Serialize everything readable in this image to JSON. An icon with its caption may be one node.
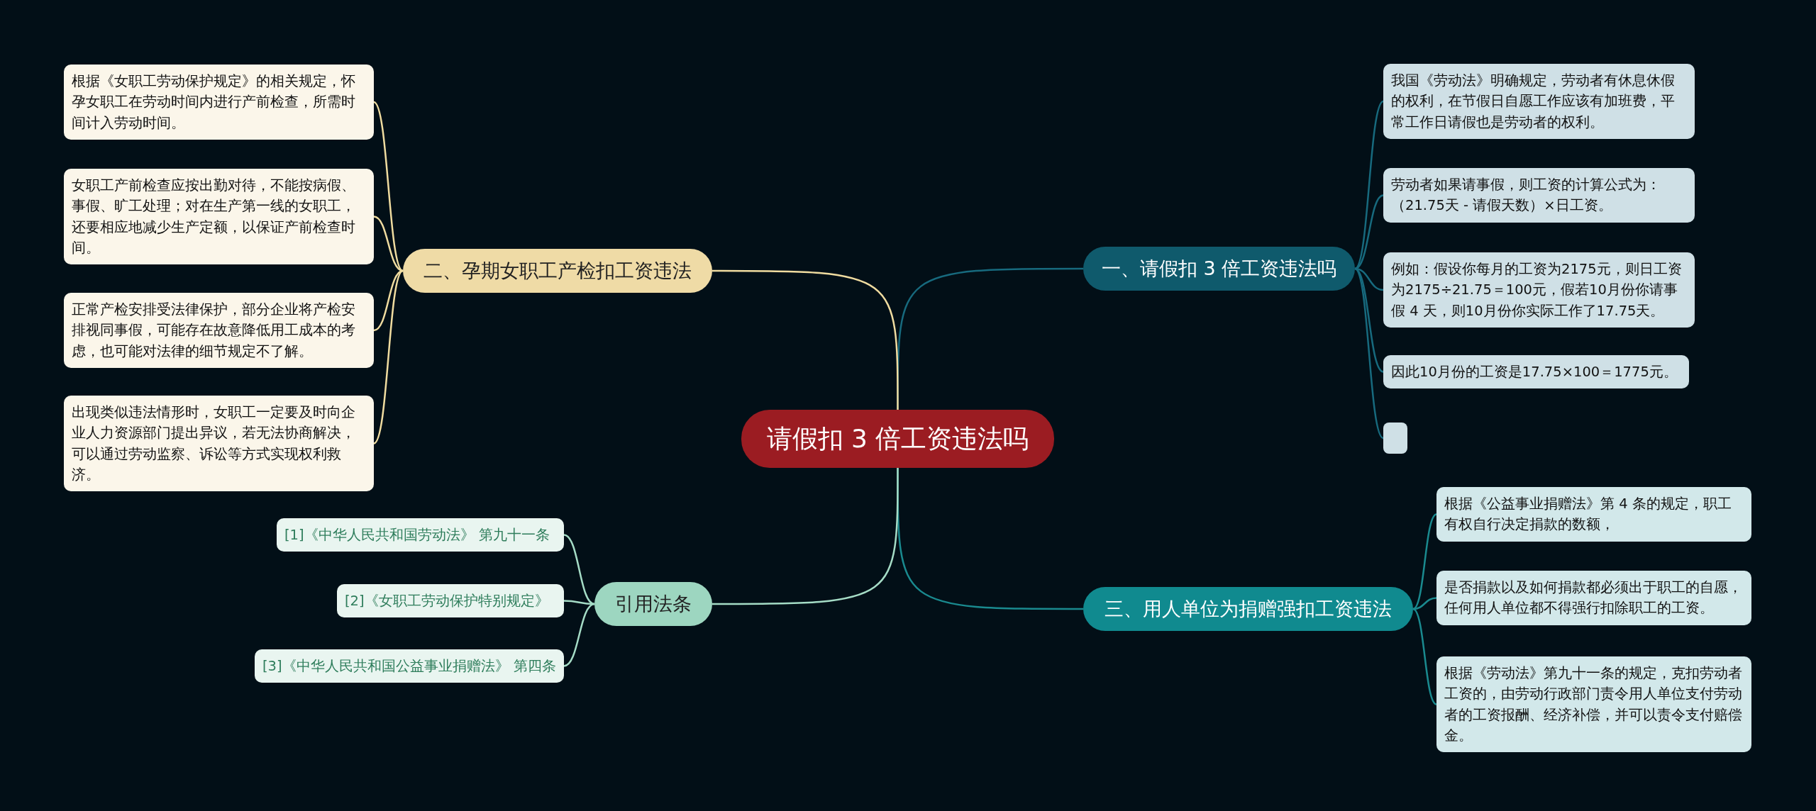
{
  "diagram": {
    "nodes": [
      {
        "text": [
          "请假扣 3 倍工资违法吗"
        ]
      },
      {
        "text": [
          "一、请假扣 3 倍工资违法吗"
        ]
      },
      {
        "text": [
          "我国《劳动法》明确规定，劳动者有休息休假的权利，在节假日自愿工作应该有加班费，平常工作日请假也是劳动者的权利。"
        ]
      },
      {
        "text": [
          "劳动者如果请事假，则工资的计算公式为：（21.75天 - 请假天数）×日工资。"
        ]
      },
      {
        "text": [
          "例如：假设你每月的工资为2175元，则日工资为2175÷21.75＝100元，假若10月份你请事假 4 天，则10月份你实际工作了17.75天。"
        ]
      },
      {
        "text": [
          "因此10月份的工资是17.75×100＝1775元。"
        ]
      },
      {
        "text": [],
        "shape": "box"
      },
      {
        "text": [
          "三、用人单位为捐赠强扣工资违法"
        ]
      },
      {
        "text": [
          "根据《公益事业捐赠法》第 4 条的规定，职工有权自行决定捐款的数额，"
        ]
      },
      {
        "text": [
          "是否捐款以及如何捐款都必须出于职工的自愿，任何用人单位都不得强行扣除职工的工资。"
        ]
      },
      {
        "text": [
          "根据《劳动法》第九十一条的规定，克扣劳动者工资的，由劳动行政部门责令用人单位支付劳动者的工资报酬、经济补偿，并可以责令支付赔偿金。"
        ]
      },
      {
        "text": [
          "二、孕期女职工产检扣工资违法"
        ]
      },
      {
        "text": [
          "根据《女职工劳动保护规定》的相关规定，怀孕女职工在劳动时间内进行产前检查，所需时间计入劳动时间。"
        ]
      },
      {
        "text": [
          "女职工产前检查应按出勤对待，不能按病假、事假、旷工处理；对在生产第一线的女职工，还要相应地减少生产定额，以保证产前检查时间。"
        ]
      },
      {
        "text": [
          "正常产检安排受法律保护，部分企业将产检安排视同事假，可能存在故意降低用工成本的考虑，也可能对法律的细节规定不了解。"
        ]
      },
      {
        "text": [
          "出现类似违法情形时，女职工一定要及时向企业人力资源部门提出异议，若无法协商解决，可以通过劳动监察、诉讼等方式实现权利救济。"
        ]
      },
      {
        "text": [
          "引用法条"
        ]
      },
      {
        "text": [
          "[1]《中华人民共和国劳动法》 第九十一条"
        ]
      },
      {
        "text": [
          "[2]《女职工劳动保护特别规定》"
        ]
      },
      {
        "text": [
          "[3]《中华人民共和国公益事业捐赠法》 第四条"
        ]
      }
    ],
    "edges": [
      {
        "from": 0,
        "to": 1,
        "arrow": "none",
        "color": "#176a7e"
      },
      {
        "from": 1,
        "to": 2,
        "arrow": "none",
        "color": "#176a7e"
      },
      {
        "from": 1,
        "to": 3,
        "arrow": "none",
        "color": "#176a7e"
      },
      {
        "from": 1,
        "to": 4,
        "arrow": "none",
        "color": "#176a7e"
      },
      {
        "from": 1,
        "to": 5,
        "arrow": "none",
        "color": "#176a7e"
      },
      {
        "from": 1,
        "to": 6,
        "arrow": "none",
        "color": "#176a7e"
      },
      {
        "from": 0,
        "to": 7,
        "arrow": "none",
        "color": "#1a8a8f"
      },
      {
        "from": 7,
        "to": 8,
        "arrow": "none",
        "color": "#1a8a8f"
      },
      {
        "from": 7,
        "to": 9,
        "arrow": "none",
        "color": "#1a8a8f"
      },
      {
        "from": 7,
        "to": 10,
        "arrow": "none",
        "color": "#1a8a8f"
      },
      {
        "from": 0,
        "to": 11,
        "arrow": "none",
        "color": "#f0dca0"
      },
      {
        "from": 11,
        "to": 12,
        "arrow": "none",
        "color": "#f0dca0"
      },
      {
        "from": 11,
        "to": 13,
        "arrow": "none",
        "color": "#f0dca0"
      },
      {
        "from": 11,
        "to": 14,
        "arrow": "none",
        "color": "#f0dca0"
      },
      {
        "from": 11,
        "to": 15,
        "arrow": "none",
        "color": "#f0dca0"
      },
      {
        "from": 0,
        "to": 16,
        "arrow": "none",
        "color": "#a5dcc6"
      },
      {
        "from": 16,
        "to": 17,
        "arrow": "none",
        "color": "#a5dcc6"
      },
      {
        "from": 16,
        "to": 18,
        "arrow": "none",
        "color": "#a5dcc6"
      },
      {
        "from": 16,
        "to": 19,
        "arrow": "none",
        "color": "#a5dcc6"
      }
    ]
  }
}
